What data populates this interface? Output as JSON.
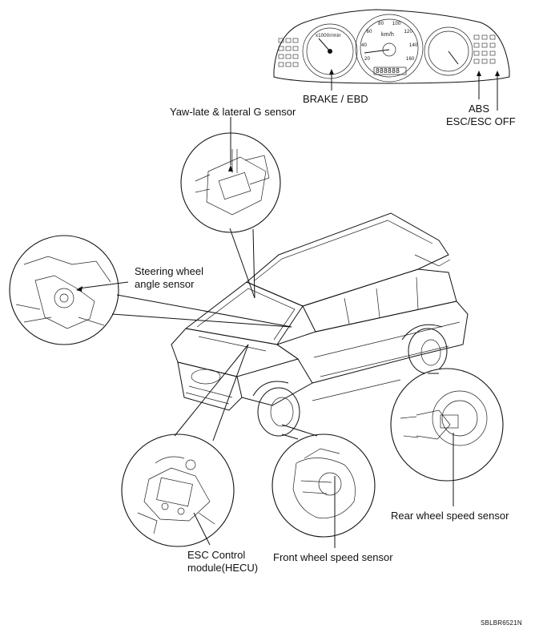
{
  "labels": {
    "yaw_sensor": "Yaw-late & lateral G sensor",
    "brake_ebd": "BRAKE / EBD",
    "abs": "ABS",
    "esc_off": "ESC/ESC OFF",
    "steering_1": "Steering wheel",
    "steering_2": "angle sensor",
    "rear_speed": "Rear wheel speed sensor",
    "front_speed": "Front wheel speed sensor",
    "esc_module_1": "ESC Control",
    "esc_module_2": "module(HECU)"
  },
  "cluster": {
    "speed_unit": "km/h",
    "rpm_unit": "x1000r/min",
    "odometer": "888888",
    "speed_ticks": [
      "20",
      "40",
      "60",
      "80",
      "100",
      "120",
      "140",
      "160"
    ]
  },
  "figure_code": "SBLBR6521N"
}
